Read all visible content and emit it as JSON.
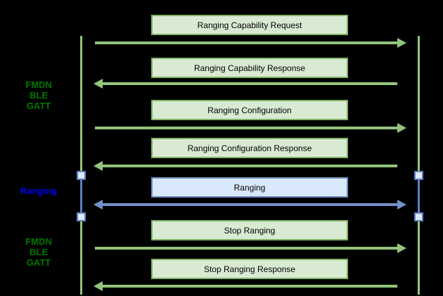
{
  "colors": {
    "background": "#000000",
    "green_line": "#93c47d",
    "green_box_fill": "#d9ead3",
    "green_box_border": "#82b366",
    "blue_box_fill": "#dae8fc",
    "blue_box_border": "#6c8ebf",
    "blue_arrow": "#7191c9",
    "blue_connector": "#5b7fbe",
    "phase_green_text": "#007700",
    "phase_blue_text": "#0000ee",
    "box_text": "#000000"
  },
  "diagram": {
    "type": "sequence",
    "phases": [
      {
        "id": "fmdn-ble-gatt-top",
        "lines": [
          "FMDN",
          "BLE",
          "GATT"
        ],
        "color": "#007700"
      },
      {
        "id": "ranging",
        "lines": [
          "Ranging"
        ],
        "color": "#0000ee"
      },
      {
        "id": "fmdn-ble-gatt-bottom",
        "lines": [
          "FMDN",
          "BLE",
          "GATT"
        ],
        "color": "#007700"
      }
    ],
    "messages": [
      {
        "label": "Ranging Capability Request",
        "direction": "right",
        "style": "green"
      },
      {
        "label": "Ranging Capability Response",
        "direction": "left",
        "style": "green"
      },
      {
        "label": "Ranging Configuration",
        "direction": "right",
        "style": "green"
      },
      {
        "label": "Ranging Configuration Response",
        "direction": "left",
        "style": "green"
      },
      {
        "label": "Ranging",
        "direction": "both",
        "style": "blue"
      },
      {
        "label": "Stop Ranging",
        "direction": "right",
        "style": "green"
      },
      {
        "label": "Stop Ranging Response",
        "direction": "left",
        "style": "green"
      }
    ]
  }
}
